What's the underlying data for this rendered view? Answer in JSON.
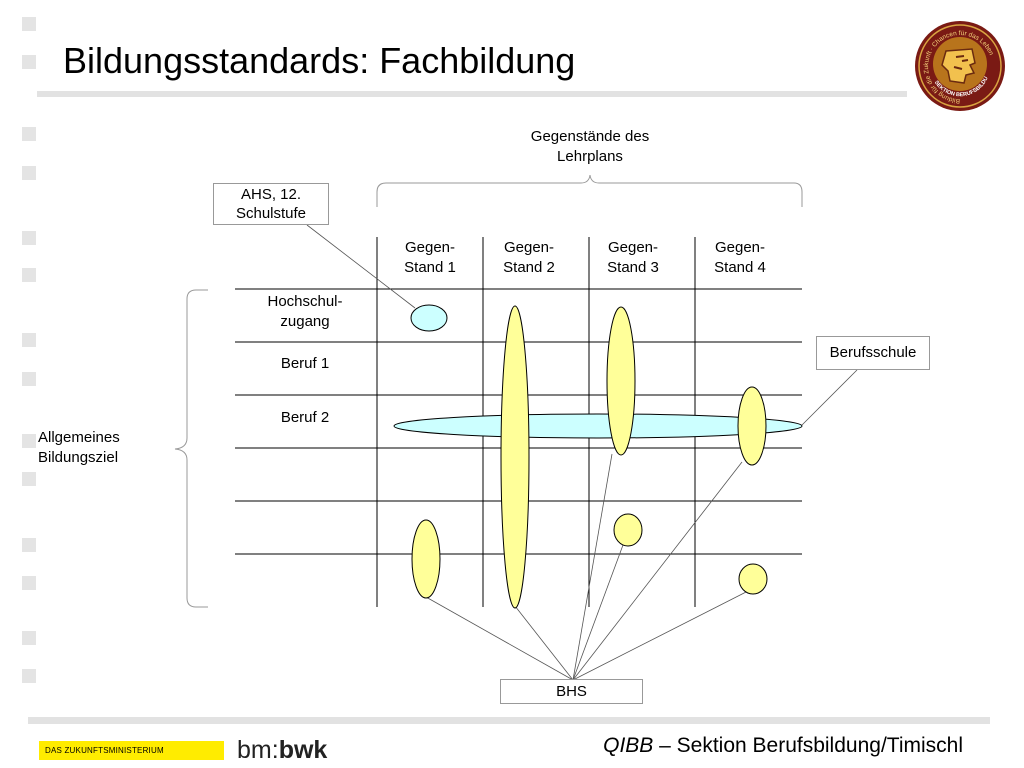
{
  "slide": {
    "title": "Bildungsstandards: Fachbildung"
  },
  "diagram": {
    "top_brace_label": [
      "Gegenstände des",
      "Lehrplans"
    ],
    "left_brace_label": [
      "Allgemeines",
      "Bildungsziel"
    ],
    "columns": [
      [
        "Gegen-",
        "Stand 1"
      ],
      [
        "Gegen-",
        "Stand 2"
      ],
      [
        "Gegen-",
        "Stand 3"
      ],
      [
        "Gegen-",
        "Stand 4"
      ]
    ],
    "rows": [
      [
        "Hochschul-",
        "zugang"
      ],
      [
        "Beruf 1"
      ],
      [
        "Beruf 2"
      ]
    ],
    "callouts": {
      "ahs": [
        "AHS, 12.",
        "Schulstufe"
      ],
      "berufsschule": "Berufsschule",
      "bhs": "BHS"
    },
    "colors": {
      "yellow_fill": "#ffff99",
      "cyan_fill": "#ccffff",
      "grid": "#000000",
      "connector": "#555555"
    }
  },
  "logo": {
    "ring_text": "Bildung für die Zukunft · Chancen für das Leben",
    "inner_text": "SEKTION BERUFSBILDUNG"
  },
  "footer": {
    "ministry": "DAS ZUKUNFTSMINISTERIUM",
    "bm_prefix": "bm:",
    "bm_suffix": "bwk",
    "qibb": "QIBB",
    "credit": " – Sektion Berufsbildung/Timischl"
  }
}
